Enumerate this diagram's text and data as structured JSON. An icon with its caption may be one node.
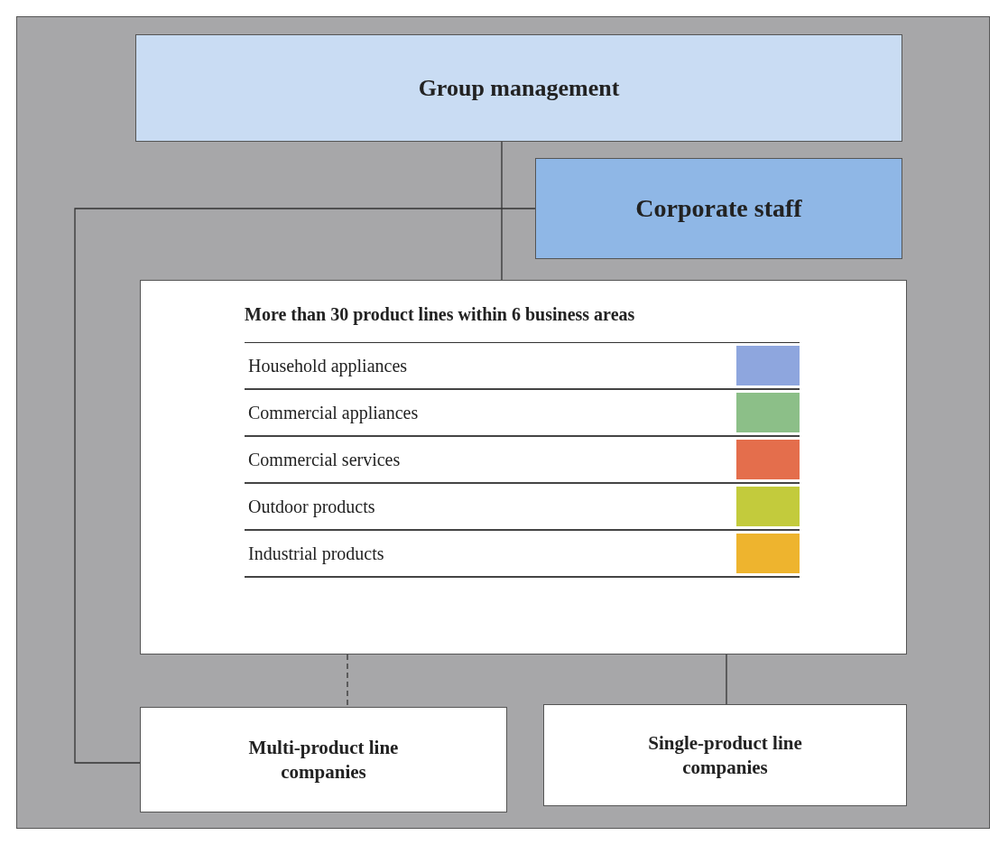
{
  "diagram": {
    "nodes": [
      {
        "text": [
          "Group management"
        ]
      },
      {
        "text": [
          "Corporate staff"
        ]
      },
      {
        "text": [
          "More than 30 product lines within 6 business areas"
        ]
      },
      {
        "text": [
          "Multi-product line companies"
        ]
      },
      {
        "text": [
          "Single-product line companies"
        ]
      }
    ],
    "edges": [
      {
        "from": 0,
        "to": 2,
        "arrow": "none"
      },
      {
        "from": 1,
        "to": 3,
        "arrow": "none"
      },
      {
        "from": 2,
        "to": 3,
        "arrow": "none",
        "style": "dashed"
      },
      {
        "from": 2,
        "to": 4,
        "arrow": "none"
      }
    ],
    "legend": [
      {
        "text": "Household appliances",
        "color": "#8ea6de"
      },
      {
        "text": "Commercial appliances",
        "color": "#8cbf88"
      },
      {
        "text": "Commercial services",
        "color": "#e46e4c"
      },
      {
        "text": "Outdoor products",
        "color": "#c3cb3c"
      },
      {
        "text": "Industrial products",
        "color": "#eeb42e"
      }
    ]
  }
}
